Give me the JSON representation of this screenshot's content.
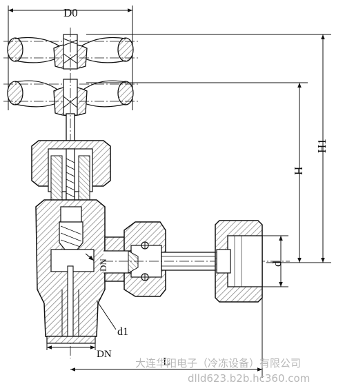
{
  "labels": {
    "d0": "D0",
    "h": "H",
    "h1": "H1",
    "d": "d",
    "dn_inner": "DN",
    "d1": "d1",
    "dn_bottom": "DN",
    "l": "L"
  },
  "watermark": {
    "company": "大连华阳电子（冷冻设备）有限公司",
    "site": "dlld623.b2b.hc360.com"
  },
  "colors": {
    "line": "#111111",
    "hatch": "#8a8a8a",
    "watermark": "#b8b8b8"
  }
}
